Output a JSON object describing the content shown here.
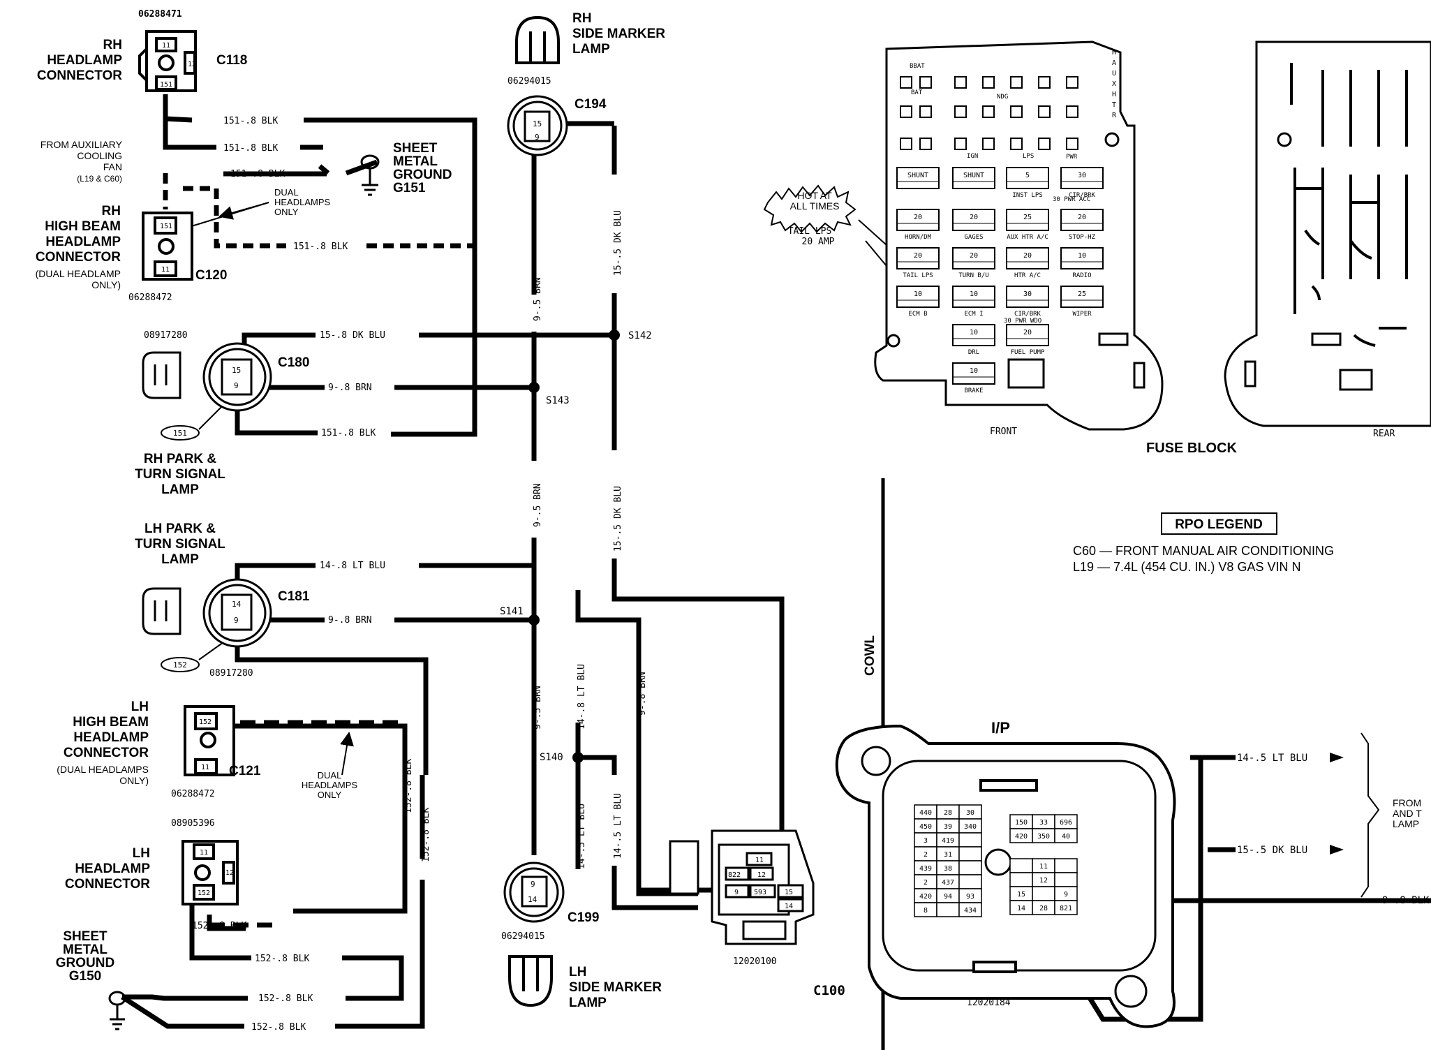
{
  "rh_headlamp": {
    "part_no": "06288471",
    "title": [
      "RH",
      "HEADLAMP",
      "CONNECTOR"
    ],
    "connector": "C118",
    "pins": [
      "11",
      "12",
      "151"
    ]
  },
  "aux_fan_note": [
    "FROM AUXILIARY",
    "COOLING",
    "FAN",
    "(L19 & C60)"
  ],
  "g151": [
    "SHEET",
    "METAL",
    "GROUND",
    "G151"
  ],
  "dual_note": [
    "DUAL",
    "HEADLAMPS",
    "ONLY"
  ],
  "rh_high_beam": {
    "title": [
      "RH",
      "HIGH BEAM",
      "HEADLAMP",
      "CONNECTOR"
    ],
    "note": [
      "(DUAL HEADLAMP",
      "ONLY)"
    ],
    "connector": "C120",
    "part_no": "06288472",
    "pins": [
      "151",
      "11"
    ]
  },
  "rh_park": {
    "part_no": "08917280",
    "connector": "C180",
    "pins": [
      "15",
      "9"
    ],
    "lamp_no": "151",
    "title": [
      "RH PARK &",
      "TURN SIGNAL",
      "LAMP"
    ]
  },
  "lh_park": {
    "title": [
      "LH PARK &",
      "TURN SIGNAL",
      "LAMP"
    ],
    "connector": "C181",
    "pins": [
      "14",
      "9"
    ],
    "lamp_no": "152",
    "part_no": "08917280"
  },
  "lh_high_beam": {
    "title": [
      "LH",
      "HIGH BEAM",
      "HEADLAMP",
      "CONNECTOR"
    ],
    "note": [
      "(DUAL HEADLAMPS",
      "ONLY)"
    ],
    "connector": "C121",
    "part_no": "06288472",
    "pins": [
      "152",
      "11"
    ]
  },
  "lh_headlamp": {
    "part_no": "08905396",
    "title": [
      "LH",
      "HEADLAMP",
      "CONNECTOR"
    ],
    "pins": [
      "11",
      "12",
      "152"
    ]
  },
  "g150": [
    "SHEET",
    "METAL",
    "GROUND",
    "G150"
  ],
  "rh_side_marker": {
    "title": [
      "RH",
      "SIDE MARKER",
      "LAMP"
    ],
    "part_no": "06294015",
    "connector": "C194",
    "pins": [
      "15",
      "9"
    ]
  },
  "lh_side_marker": {
    "title": [
      "LH",
      "SIDE MARKER",
      "LAMP"
    ],
    "part_no": "06294015",
    "connector": "C199",
    "pins": [
      "9",
      "14"
    ]
  },
  "wires": {
    "w151_1": "151-.8 BLK",
    "w151_2": "151-.8 BLK",
    "w151_3": "151-.8 BLK",
    "w151_4": "151-.8 BLK",
    "w151_5": "151-.8 BLK",
    "w15_c180": "15-.8 DK BLU",
    "w9_c180": "9-.8 BRN",
    "w14_c181": "14-.8 LT BLU",
    "w9_c181": "9-.8 BRN",
    "v9_top": "9-.5 BRN",
    "v15_top": "15-.5 DK BLU",
    "v9_mid": "9-.5 BRN",
    "v15_mid": "15-.5 DK BLU",
    "v9_low": "9-.5 BRN",
    "v14_low": "14-.8 LT BLU",
    "v9_right": "9-.8 BRN",
    "v14_s140": "14-.5 LT BLU",
    "v14_c199": "14-.5 LT BLU",
    "w152_1": "152-.8 BLK",
    "w152_2": "152-.8 BLK",
    "w152_3": "152-.8 BLK",
    "w152_4": "152-.8 BLK",
    "v152_a": "152-.8 BLK",
    "v152_b": "152-.8 BLK"
  },
  "splices": [
    "S142",
    "S143",
    "S141",
    "S140"
  ],
  "c100_conn": {
    "part_no": "12020100",
    "cells": [
      "11",
      "822",
      "12",
      "9",
      "593",
      "15",
      "14"
    ]
  },
  "c100_label": "C100",
  "cowl": "COWL",
  "ip": {
    "label": "I/P",
    "part_no": "12020184",
    "left_grid": [
      [
        "440",
        "28",
        "30"
      ],
      [
        "450",
        "39",
        "340"
      ],
      [
        "3",
        "419",
        ""
      ],
      [
        "2",
        "31",
        ""
      ],
      [
        "439",
        "38",
        ""
      ],
      [
        "2",
        "437",
        ""
      ],
      [
        "420",
        "94",
        "93"
      ],
      [
        "8",
        "",
        "434"
      ]
    ],
    "top_right": [
      [
        "150",
        "33",
        "696"
      ],
      [
        "420",
        "350",
        "40"
      ]
    ],
    "bottom_right": [
      [
        "",
        "11",
        ""
      ],
      [
        "",
        "12",
        ""
      ],
      [
        "15",
        "",
        "9"
      ],
      [
        "14",
        "28",
        "821"
      ]
    ],
    "wires": [
      "14-.5 LT BLU",
      "15-.5 DK BLU",
      "9-.8 BLK"
    ],
    "from_note": [
      "FROM",
      "AND T",
      "LAMP"
    ]
  },
  "fuse_block": {
    "title": "FUSE BLOCK",
    "front": "FRONT",
    "rear": "REAR",
    "hot_note": [
      "HOT AT",
      "ALL TIMES"
    ],
    "tail_note": [
      "TAIL LPS",
      "20 AMP"
    ],
    "top_labels": [
      "BBAT",
      "BAT",
      "NDG",
      "IGN",
      "LPS",
      "PWR"
    ],
    "side_labels": [
      "H",
      "A",
      "U",
      "X",
      "H",
      "T",
      "R"
    ],
    "fuses": [
      {
        "top": "SHUNT",
        "bot": ""
      },
      {
        "top": "SHUNT",
        "bot": ""
      },
      {
        "top": "5",
        "bot": "INST LPS"
      },
      {
        "top": "30",
        "bot": "CIR/BRK"
      },
      {
        "top": "20",
        "bot": "HORN/DM"
      },
      {
        "top": "20",
        "bot": "GAGES"
      },
      {
        "top": "25",
        "bot": "AUX HTR A/C"
      },
      {
        "top": "20",
        "bot": "STOP-HZ"
      },
      {
        "top": "20",
        "bot": "TAIL LPS"
      },
      {
        "top": "20",
        "bot": "TURN B/U"
      },
      {
        "top": "20",
        "bot": "HTR A/C"
      },
      {
        "top": "10",
        "bot": "RADIO"
      },
      {
        "top": "10",
        "bot": "ECM B"
      },
      {
        "top": "10",
        "bot": "ECM I"
      },
      {
        "top": "30",
        "bot": "CIR/BRK"
      },
      {
        "top": "25",
        "bot": "WIPER"
      },
      {
        "top": "10",
        "bot": "DRL"
      },
      {
        "top": "20",
        "bot": "FUEL PUMP"
      },
      {
        "top": "10",
        "bot": "BRAKE"
      }
    ],
    "pwr_acc": "30 PWR ACC",
    "pwr_wdo": "30 PWR WDO"
  },
  "rpo": {
    "title": "RPO LEGEND",
    "items": [
      "C60 — FRONT MANUAL AIR CONDITIONING",
      "L19 — 7.4L (454 CU. IN.) V8 GAS VIN N"
    ]
  }
}
